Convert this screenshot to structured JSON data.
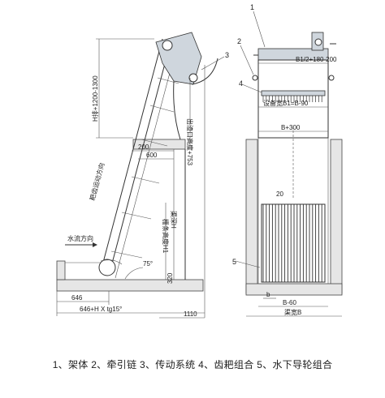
{
  "left_view": {
    "dims": {
      "h_discharge": "H排+1200-1300",
      "d_200": "200",
      "d_600": "600",
      "outlet_height": "出渣口高度+753",
      "well_depth": "渠深H",
      "grid_height": "栅条高度H1",
      "d_320": "320",
      "d_646": "646",
      "d_646_formula": "646+H X tg15°",
      "d_1110": "1110",
      "angle": "75°",
      "flow": "水流方向",
      "rake_track": "耙齿运动方向"
    }
  },
  "right_view": {
    "dims": {
      "top_width": "B1/2+180-200",
      "equip_width": "设备宽B1=B-90",
      "b_plus_300": "B+300",
      "d_20": "20",
      "d_b": "b",
      "b_minus_60": "B-60",
      "channel_width": "渠宽B"
    }
  },
  "callouts": [
    "1",
    "2",
    "3",
    "4",
    "5"
  ],
  "caption": "1、架体  2、牵引链  3、传动系统  4、齿耙组合  5、水下导轮组合"
}
